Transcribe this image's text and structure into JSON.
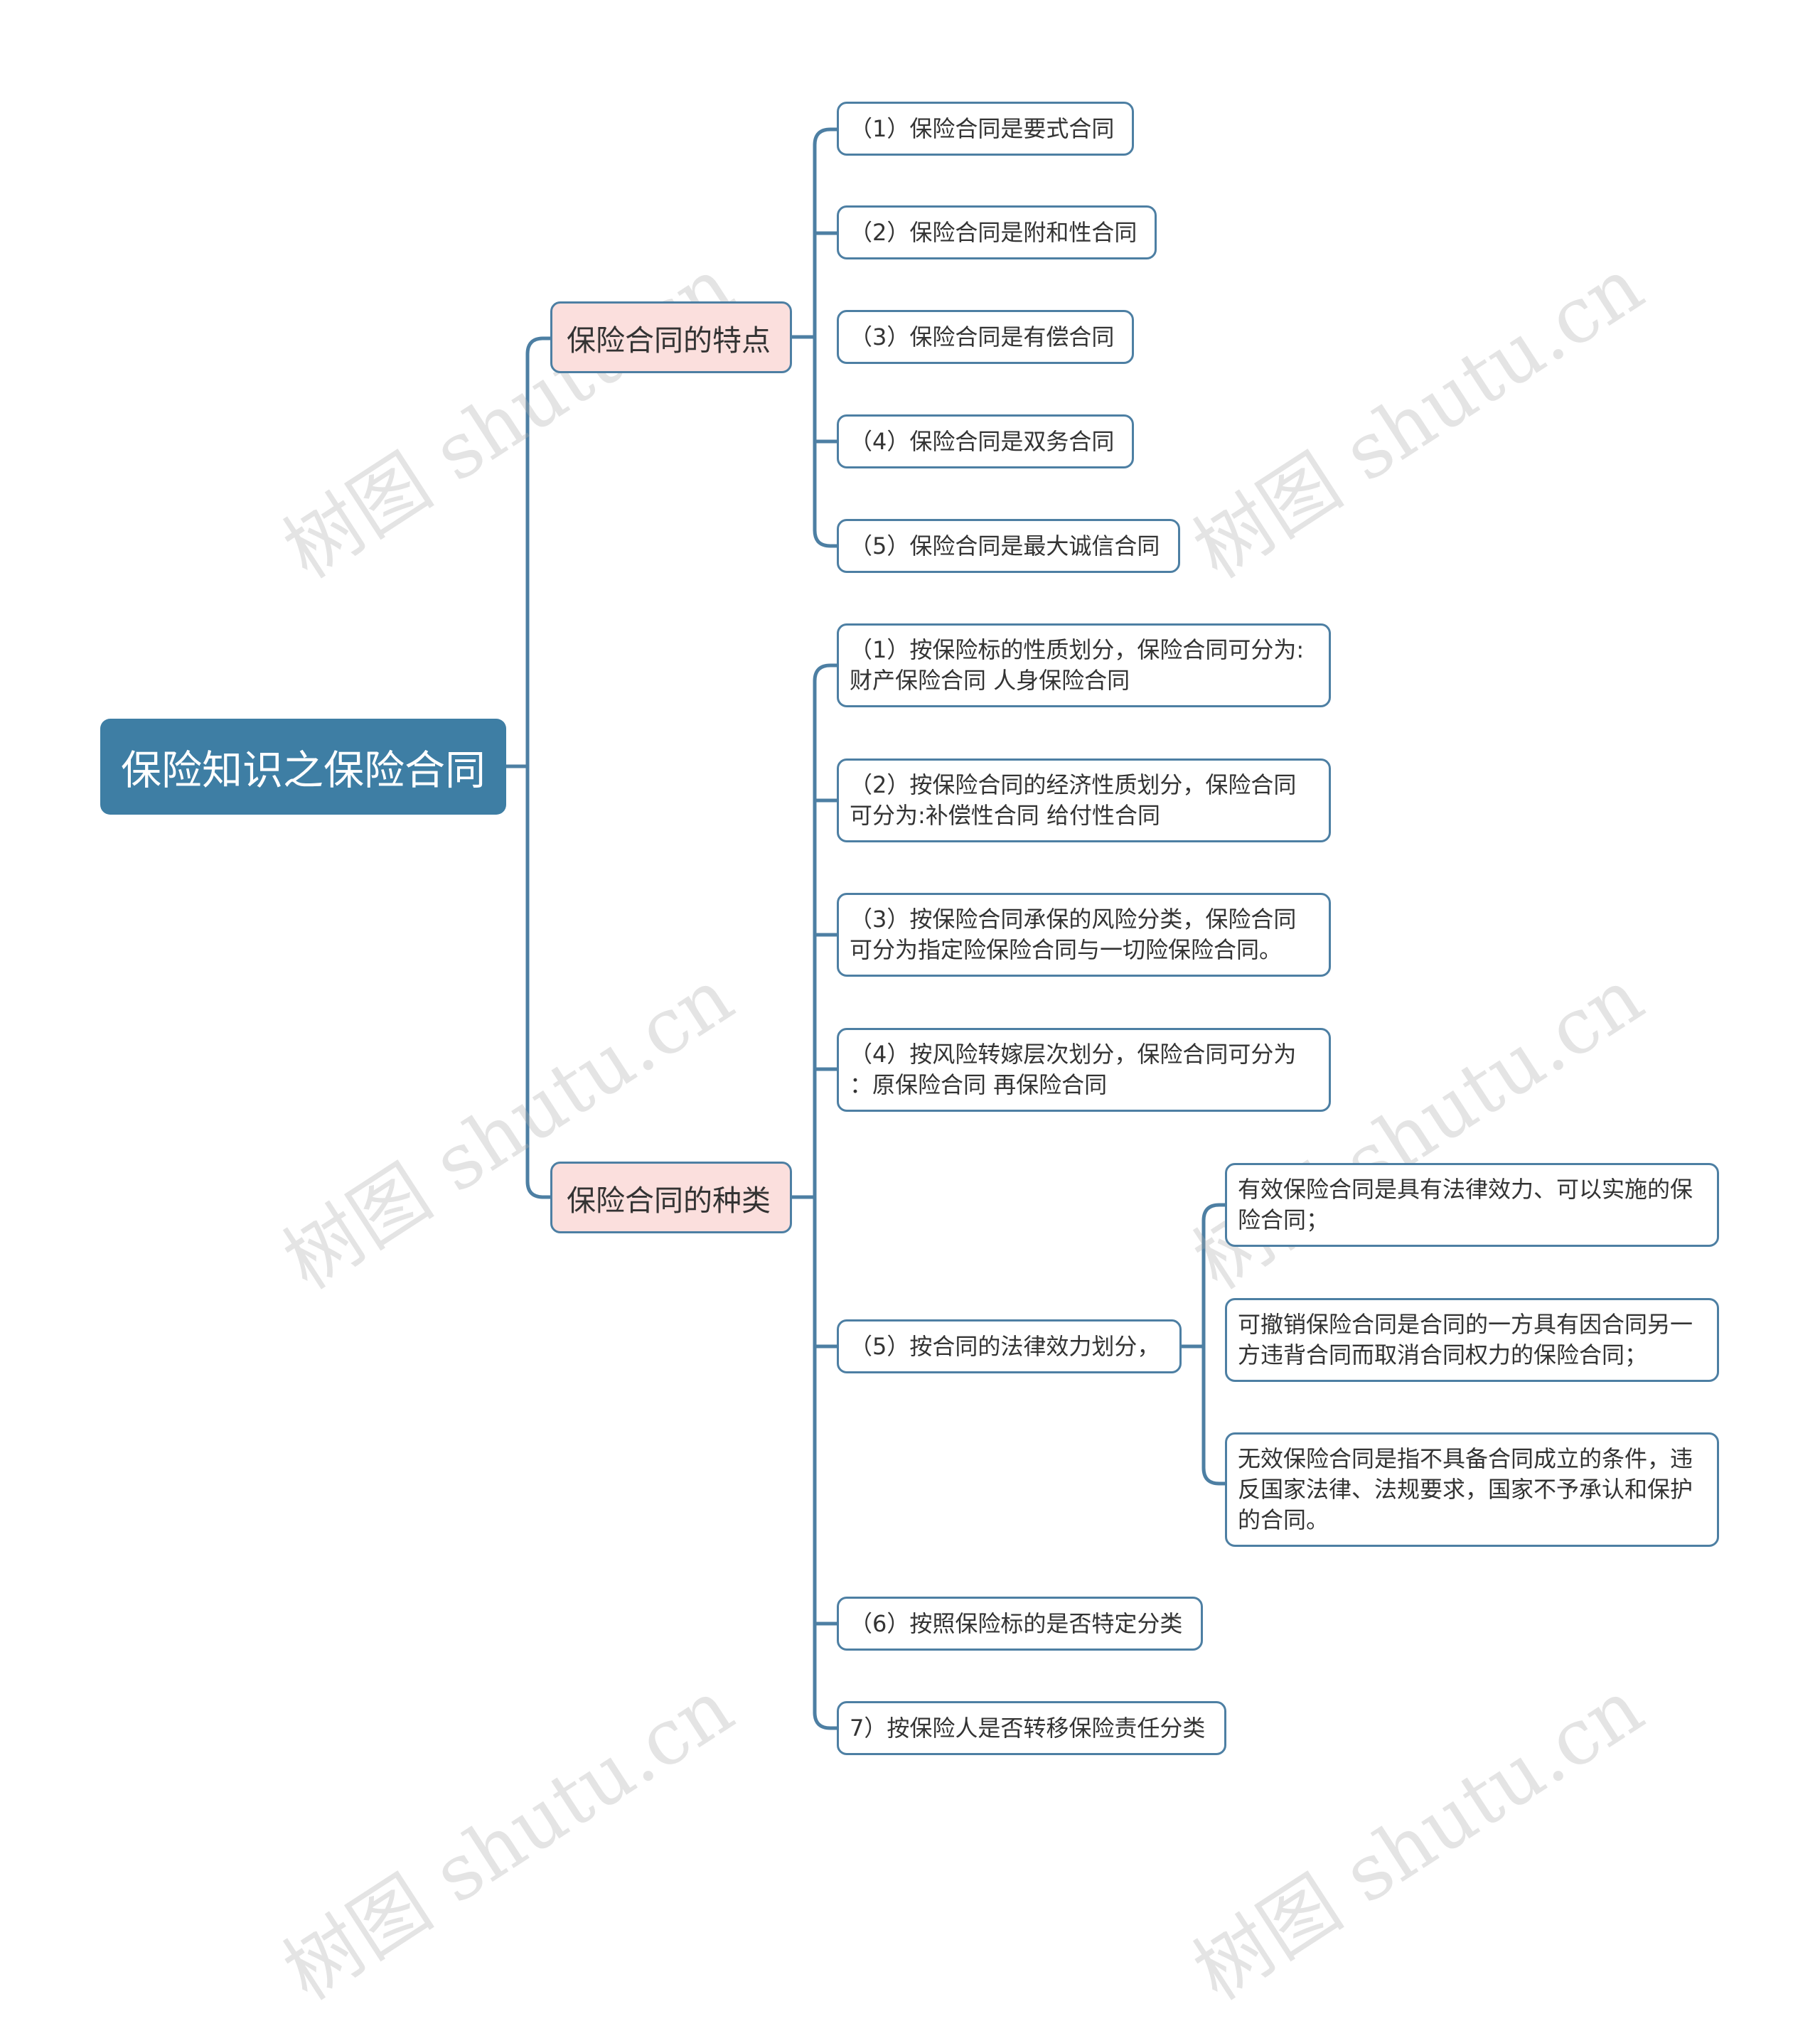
{
  "root": "保险知识之保险合同",
  "branches": [
    {
      "label": "保险合同的特点",
      "children": [
        "（1）保险合同是要式合同",
        "（2）保险合同是附和性合同",
        "（3）保险合同是有偿合同",
        "（4）保险合同是双务合同",
        "（5）保险合同是最大诚信合同"
      ]
    },
    {
      "label": "保险合同的种类",
      "children": [
        {
          "line1": "（1）按保险标的性质划分，保险合同可分为:",
          "line2": "财产保险合同 人身保险合同"
        },
        {
          "line1": "（2）按保险合同的经济性质划分，保险合同",
          "line2": "可分为:补偿性合同 给付性合同"
        },
        {
          "line1": "（3）按保险合同承保的风险分类，保险合同",
          "line2": "可分为指定险保险合同与一切险保险合同。"
        },
        {
          "line1": "（4）按风险转嫁层次划分，保险合同可分为",
          "line2": "：原保险合同 再保险合同"
        },
        {
          "label": "（5）按合同的法律效力划分，",
          "children": [
            {
              "line1": "有效保险合同是具有法律效力、可以实施的保",
              "line2": "险合同；"
            },
            {
              "line1": "可撤销保险合同是合同的一方具有因合同另一",
              "line2": "方违背合同而取消合同权力的保险合同；"
            },
            {
              "line1": "无效保险合同是指不具备合同成立的条件，违",
              "line2": "反国家法律、法规要求，国家不予承认和保护",
              "line3": "的合同。"
            }
          ]
        },
        "（6）按照保险标的是否特定分类",
        "7）按保险人是否转移保险责任分类"
      ]
    }
  ],
  "watermark": "树图 shutu.cn",
  "colors": {
    "root_bg": "#3e7ea4",
    "branch_bg": "#fbdfdd",
    "line": "#4d7fa3"
  }
}
